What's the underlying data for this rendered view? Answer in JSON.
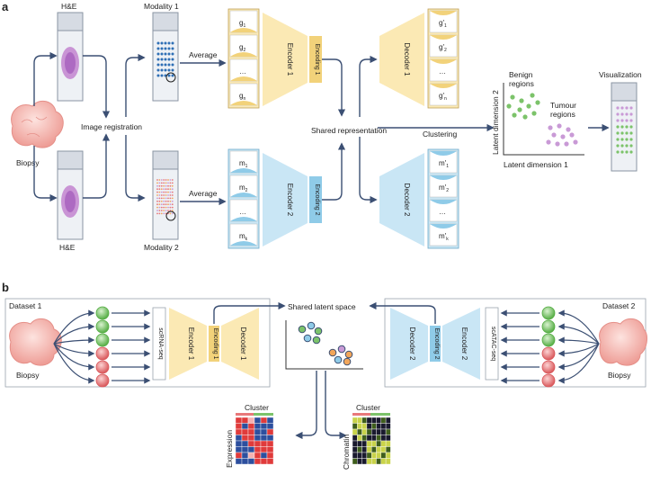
{
  "panel_a": {
    "letter": "a",
    "he_top": "H&E",
    "he_bottom": "H&E",
    "modality1": "Modality 1",
    "modality2": "Modality 2",
    "biopsy": "Biopsy",
    "image_registration": "Image registration",
    "average_top": "Average",
    "average_bottom": "Average",
    "g_cells": [
      "g",
      "g",
      "…",
      "g"
    ],
    "g_subs": [
      "1",
      "2",
      "",
      "n"
    ],
    "m_cells": [
      "m",
      "m",
      "…",
      "m"
    ],
    "m_subs": [
      "1",
      "2",
      "",
      "k"
    ],
    "encoder1": "Encoder 1",
    "encoding1": "Encoding 1",
    "decoder1": "Decoder 1",
    "encoder2": "Encoder 2",
    "encoding2": "Encoding 2",
    "decoder2": "Decoder 2",
    "gp_cells": [
      "g'",
      "g'",
      "…",
      "g'"
    ],
    "gp_subs": [
      "1",
      "2",
      "",
      "n"
    ],
    "mp_cells": [
      "m'",
      "m'",
      "…",
      "m'"
    ],
    "mp_subs": [
      "1",
      "2",
      "",
      "k"
    ],
    "shared_representation": "Shared representation",
    "clustering": "Clustering",
    "benign": "Benign",
    "regions_benign": "regions",
    "tumour": "Tumour",
    "regions_tumour": "regions",
    "latent_dim1": "Latent dimension 1",
    "latent_dim2": "Latent dimension 2",
    "visualization": "Visualization"
  },
  "panel_b": {
    "letter": "b",
    "dataset1": "Dataset 1",
    "dataset2": "Dataset 2",
    "biopsy_left": "Biopsy",
    "biopsy_right": "Biopsy",
    "scrna": "scRNA-seq",
    "scatac": "scATAC-seq",
    "encoder1": "Encoder 1",
    "encoding1": "Encoding 1",
    "decoder1": "Decoder 1",
    "encoder2": "Encoder 2",
    "encoding2": "Encoding 2",
    "decoder2": "Decoder 2",
    "shared_latent": "Shared latent space",
    "cluster_left": "Cluster",
    "cluster_right": "Cluster",
    "expression": "Expression",
    "chromatin": "Chromatin"
  },
  "colors": {
    "yellow": "#fbe9b4",
    "yellow_dark": "#f2d27a",
    "blue": "#c9e6f5",
    "blue_dark": "#8fcbe8",
    "arrow": "#3b4f73",
    "green": "#7cc36a",
    "pink": "#e8787a",
    "purple": "#c99ad6",
    "tissue": "#f4b3ad"
  }
}
